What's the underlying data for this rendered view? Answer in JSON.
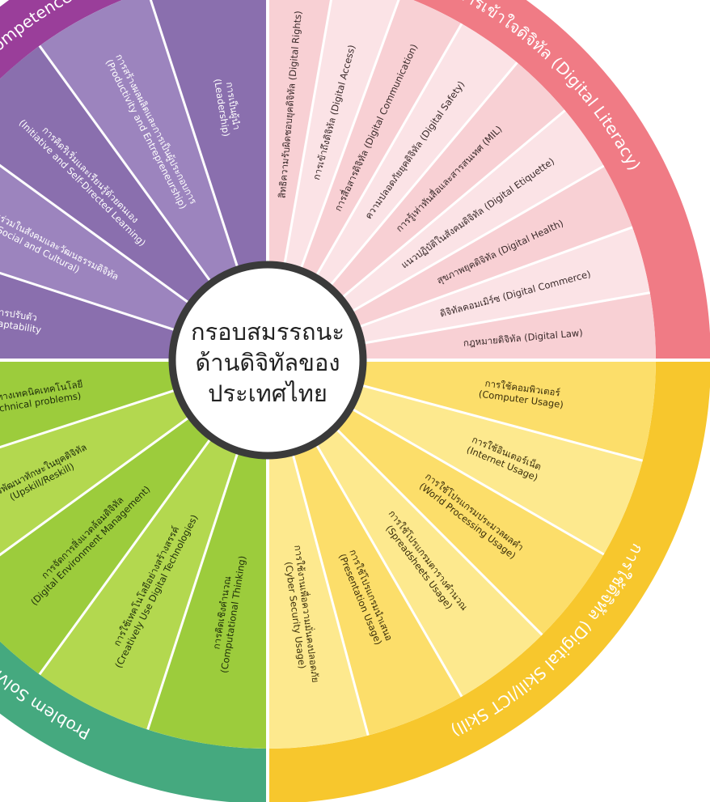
{
  "center": {
    "lines": [
      "กรอบสมรรถนะ",
      "ด้านดิจิทัลของ",
      "ประเทศไทย"
    ]
  },
  "quadrants": [
    {
      "key": "literacy",
      "title": "การเข้าใจดิจิทัล (Digital Literacy)",
      "ring_color": "#F07B85",
      "seg_colors": [
        "#F8D0D4",
        "#FBE3E6"
      ],
      "text_color": "#3a2a2a",
      "segments": [
        [
          "สิทธิความรับผิดชอบยุคดิจิทัล (Digital Rights)"
        ],
        [
          "การเข้าถึงดิจิทัล (Digital Access)"
        ],
        [
          "การสื่อสารดิจิทัล (Digital Communication)"
        ],
        [
          "ความปลอดภัยยุคดิจิทัล (Digital Safety)"
        ],
        [
          "การรู้เท่าทันสื่อและสารสนเทศ (MIL)"
        ],
        [
          "แนวปฏิบัติในสังคมดิจิทัล (Digital Etiquette)"
        ],
        [
          "สุขภาพยุคดิจิทัล (Digital Health)"
        ],
        [
          "ดิจิทัลคอมเมิร์ซ (Digital Commerce)"
        ],
        [
          "กฎหมายดิจิทัล (Digital Law)"
        ]
      ]
    },
    {
      "key": "skill",
      "title": "การใช้ดิจิทัล (Digital Skill/ICT Skill)",
      "ring_color": "#F7C72D",
      "seg_colors": [
        "#FCDE6A",
        "#FDE98E"
      ],
      "text_color": "#3a2e0a",
      "segments": [
        [
          "การใช้คอมพิวเตอร์",
          "(Computer Usage)"
        ],
        [
          "การใช้อินเตอร์เน็ต",
          "(Internet Usage)"
        ],
        [
          "การใช้โปรแกรมประมวลผลคำ",
          "(World Processing Usage)"
        ],
        [
          "การใช้โปรแกรมตารางคำนวณ",
          "(Spreadsheets Usage)"
        ],
        [
          "การใช้โปรแกรมนำเสนอ",
          "(Presentation Usage)"
        ],
        [
          "การใช้งานเพื่อความมั่นคงปลอดภัย",
          "(Cyber Security Usage)"
        ]
      ]
    },
    {
      "key": "solving",
      "title": "Problem Solving with Digital tools)",
      "ring_color": "#45A97F",
      "seg_colors": [
        "#9CCC3C",
        "#B3D84F"
      ],
      "text_color": "#1f2e0a",
      "segments": [
        [
          "การคิดเชิงคำนวณ",
          "(Computational Thinking)"
        ],
        [
          "การใช้เทคโนโลยีอย่างสร้างสรรค์",
          "(Creatively Use Digital Technologies)"
        ],
        [
          "การจัดการสิ่งแวดล้อมดิจิทัล",
          "(Digital Environment Management)"
        ],
        [
          "การพัฒนาทักษะในยุคดิจิทัล",
          "(Upskill/Reskill)"
        ],
        [
          "การแก้ปัญหาทางเทคนิคเทคโนโลยี",
          "(Solving technical problems)"
        ]
      ]
    },
    {
      "key": "adaptive",
      "title": "Adaptive Digital Competence",
      "ring_color": "#9A3E9A",
      "seg_colors": [
        "#8A6FAE",
        "#9C84BE"
      ],
      "text_color": "#ffffff",
      "segments": [
        [
          "การปรับตัว",
          "Adaptability"
        ],
        [
          "การมีส่วนร่วมในสังคมและวัฒนธรรมดิจิทัล",
          "(Social and Cultural)"
        ],
        [
          "การคิดริเริ่มและเรียนรู้ด้วยตนเอง",
          "(Initiative and Self-Directed Learning)"
        ],
        [
          "การสร้างผลผลิตและการเป็นผู้ประกอบการ",
          "(Productivity and Entrepreneurship)"
        ],
        [
          "การเป็นผู้นำ",
          "(Leadership)"
        ]
      ]
    }
  ]
}
